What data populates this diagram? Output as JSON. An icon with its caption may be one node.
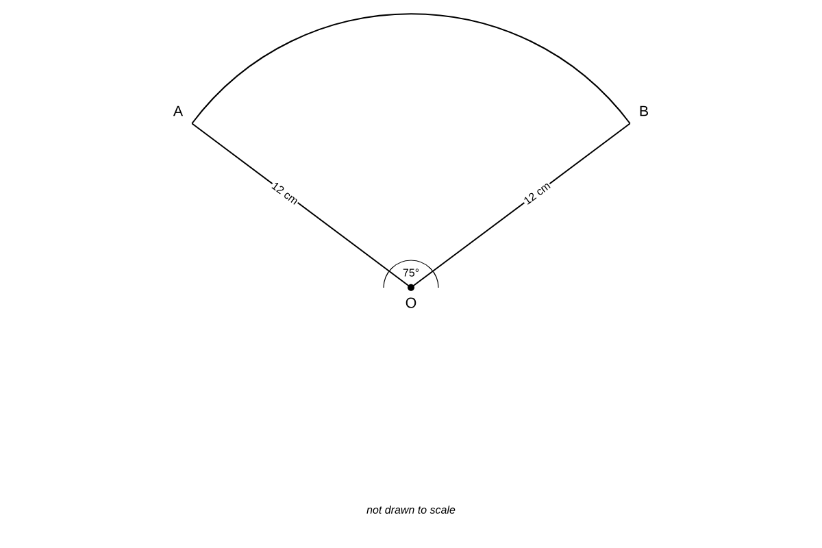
{
  "diagram": {
    "caption": "not drawn to scale",
    "nodes": [
      {
        "text": [
          "A"
        ]
      },
      {
        "text": [
          "B"
        ]
      },
      {
        "text": [
          "O"
        ]
      }
    ],
    "edges": [
      {
        "from": 2,
        "to": 0,
        "arrow": "none",
        "label": "12 cm"
      },
      {
        "from": 2,
        "to": 1,
        "arrow": "none",
        "label": "12 cm"
      },
      {
        "from": 0,
        "to": 1,
        "arrow": "none"
      }
    ],
    "labels": [
      "75°"
    ]
  }
}
